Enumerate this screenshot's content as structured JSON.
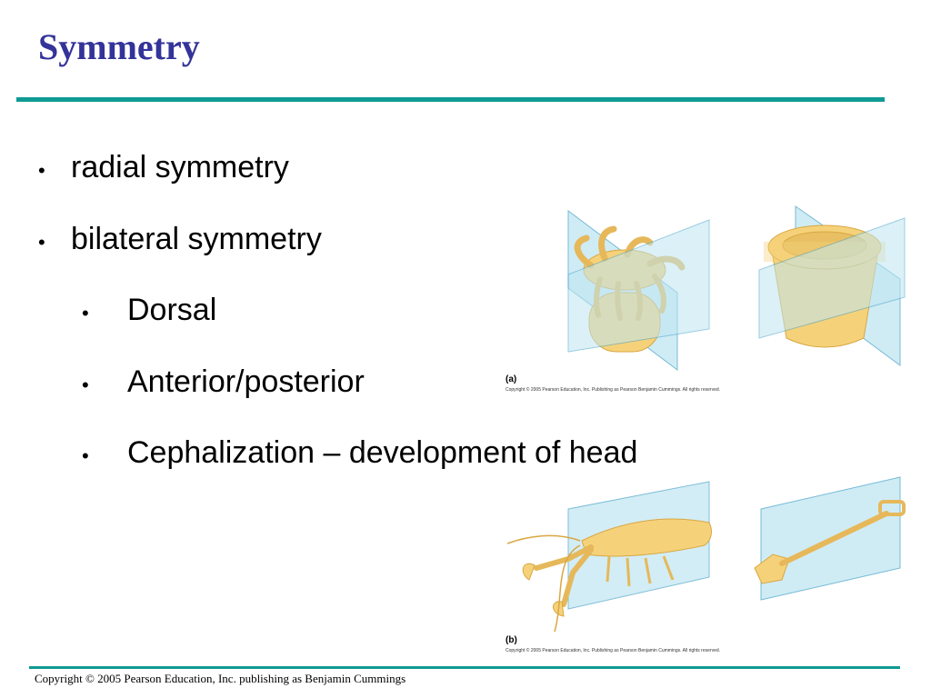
{
  "slide": {
    "title": "Symmetry",
    "bullets": [
      {
        "level": 1,
        "text": "radial symmetry"
      },
      {
        "level": 1,
        "text": "bilateral symmetry"
      },
      {
        "level": 2,
        "text": "Dorsal"
      },
      {
        "level": 2,
        "text": "Anterior/posterior"
      },
      {
        "level": 2,
        "text": "Cephalization – development of head"
      }
    ],
    "bullet_glyph": "•"
  },
  "figures": {
    "a": {
      "label": "(a)",
      "credit": "Copyright © 2005 Pearson Education, Inc. Publishing as Pearson Benjamin Cummings. All rights reserved.",
      "subjects": [
        "sea anemone",
        "flower pot"
      ]
    },
    "b": {
      "label": "(b)",
      "credit": "Copyright © 2005 Pearson Education, Inc. Publishing as Pearson Benjamin Cummings. All rights reserved.",
      "subjects": [
        "lobster",
        "shovel"
      ]
    }
  },
  "footer": {
    "copyright": "Copyright © 2005 Pearson Education, Inc. publishing as Benjamin Cummings"
  },
  "colors": {
    "title": "#33339a",
    "rule": "#0f9a93",
    "plane": "#bfe6f2",
    "plane_edge": "#4aa3c8",
    "organism": "#f5d27a",
    "organism_shade": "#d9a742"
  }
}
